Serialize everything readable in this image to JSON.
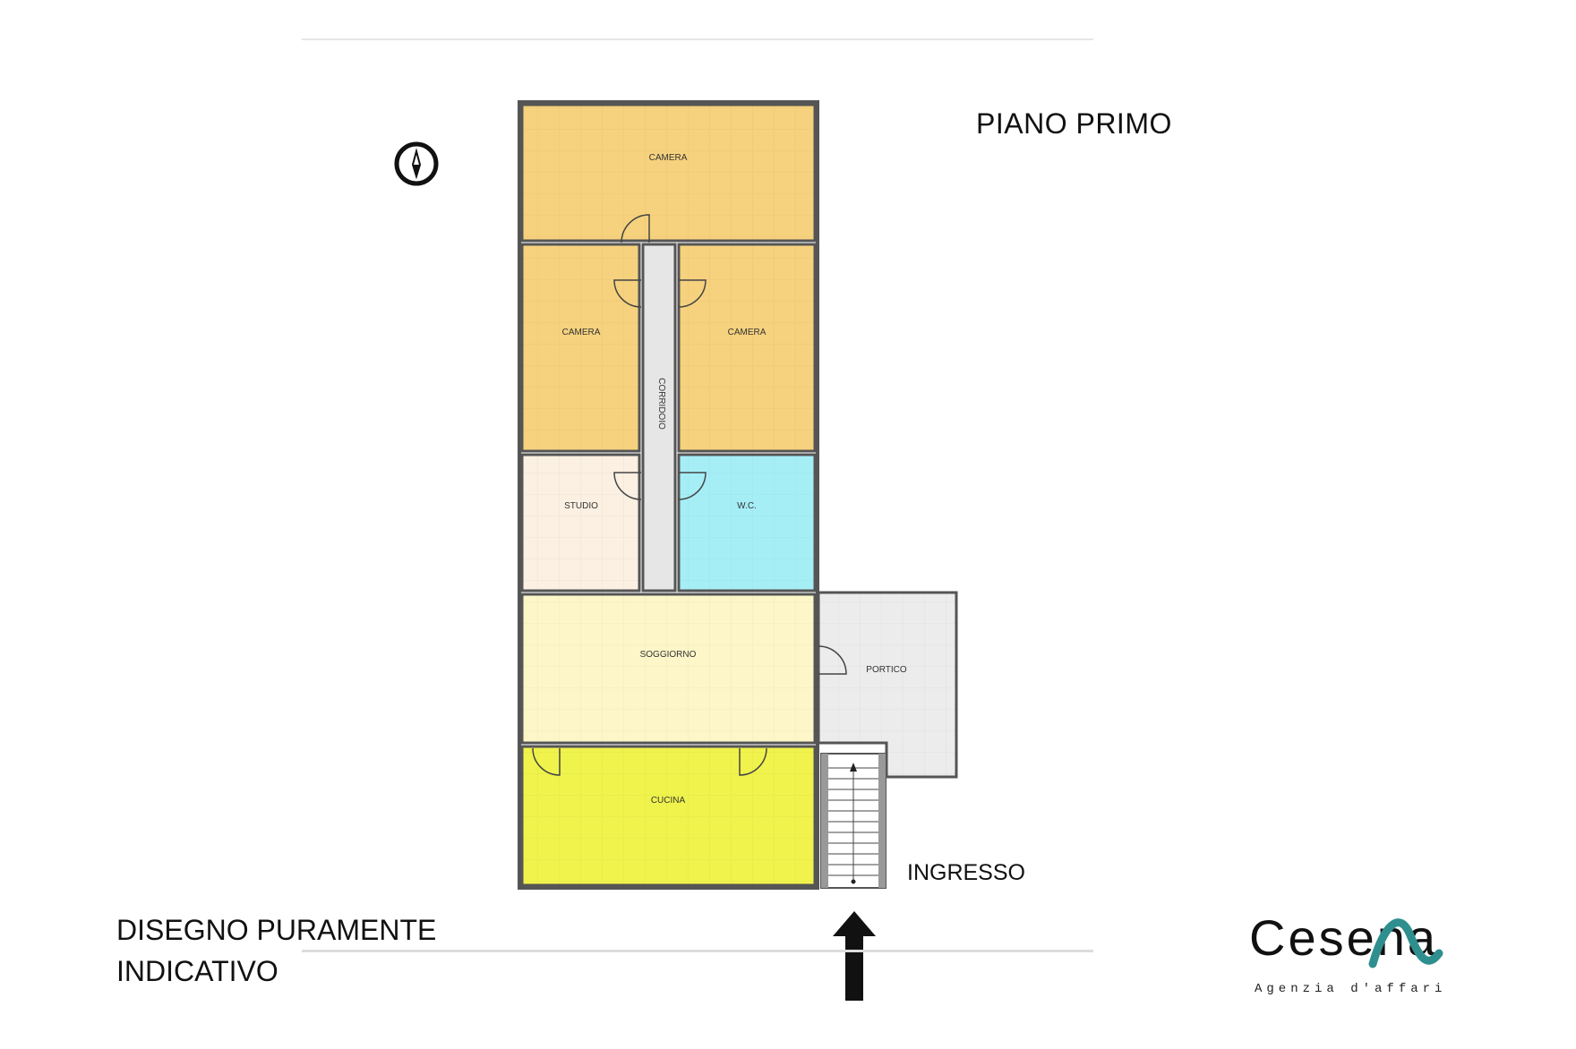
{
  "floor_title": "PIANO PRIMO",
  "disclaimer": {
    "line1": "DISEGNO PURAMENTE",
    "line2": "INDICATIVO"
  },
  "entrance_label": "INGRESSO",
  "rooms": {
    "camera_top": "CAMERA",
    "camera_left": "CAMERA",
    "camera_right": "CAMERA",
    "corridoio": "CORRIDOIO",
    "studio": "STUDIO",
    "wc": "W.C.",
    "soggiorno": "SOGGIORNO",
    "portico": "PORTICO",
    "cucina": "CUCINA"
  },
  "logo": {
    "wordmark": "Cesena",
    "tagline": "Agenzia d'affari",
    "accent_color": "#2f8f8f"
  },
  "icons": {
    "compass": "compass-icon",
    "entrance_arrow": "arrow-up-icon"
  },
  "colors": {
    "bedroom": "#f6d27e",
    "studio": "#fbf0e2",
    "wc": "#a6eef6",
    "soggiorno": "#fcf6c8",
    "portico": "#ececec",
    "cucina": "#f0f34c",
    "corridoio": "#e6e6e6",
    "wall": "#555555"
  }
}
